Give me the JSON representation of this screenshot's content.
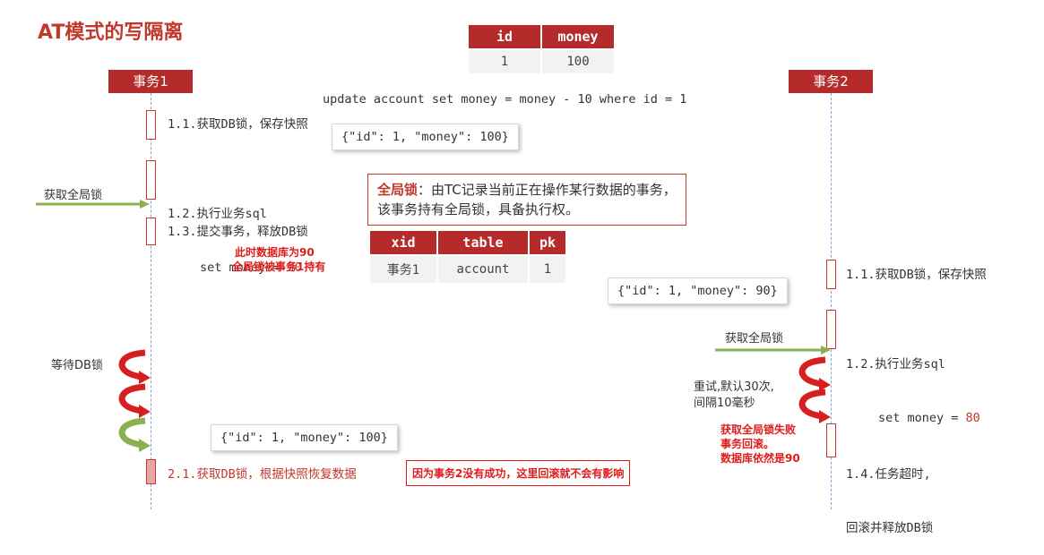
{
  "title": "AT模式的写隔离",
  "account_table": {
    "headers": [
      "id",
      "money"
    ],
    "row": [
      "1",
      "100"
    ]
  },
  "sql": "update account set money = money - 10 where id = 1",
  "tx1": {
    "name": "事务1",
    "step_1_1": "1.1.获取DB锁，保存快照",
    "step_1_2_a": "1.2.执行业务sql",
    "step_1_2_b": "set money = ",
    "step_1_2_val": "90",
    "step_1_3": "1.3.提交事务，释放DB锁",
    "acquire_global_lock": "获取全局锁",
    "note_line1": "此时数据库为90",
    "note_line2": "全局锁被事务1持有",
    "wait_db_lock": "等待DB锁",
    "step_2_1": "2.1.获取DB锁，根据快照恢复数据",
    "snapshot_1": "{\"id\": 1, \"money\": 100}",
    "snapshot_2": "{\"id\": 1, \"money\": 100}"
  },
  "tx2": {
    "name": "事务2",
    "step_1_1": "1.1.获取DB锁，保存快照",
    "snapshot": "{\"id\": 1, \"money\": 90}",
    "step_1_2_a": "1.2.执行业务sql",
    "step_1_2_b": "set money = ",
    "step_1_2_val": "80",
    "acquire_global_lock": "获取全局锁",
    "retry_line1": "重试,默认30次,",
    "retry_line2": "间隔10毫秒",
    "fail_line1": "获取全局锁失败",
    "fail_line2": "事务回滚。",
    "fail_line3": "数据库依然是90",
    "step_1_4_a": "1.4.任务超时,",
    "step_1_4_b": "回滚并释放DB锁"
  },
  "global_lock_note": {
    "term": "全局锁",
    "line1_rest": "：由TC记录当前正在操作某行数据的事务，",
    "line2": "该事务持有全局锁，具备执行权。"
  },
  "lock_table": {
    "headers": [
      "xid",
      "table",
      "pk"
    ],
    "row": [
      "事务1",
      "account",
      "1"
    ]
  },
  "bottom_note": "因为事务2没有成功，这里回滚就不会有影响",
  "colors": {
    "accent_red": "#b52a2a",
    "arrow_green": "#8ab04f",
    "curve_red": "#d81f1f",
    "lifeline_blue": "#7fa6d9"
  }
}
